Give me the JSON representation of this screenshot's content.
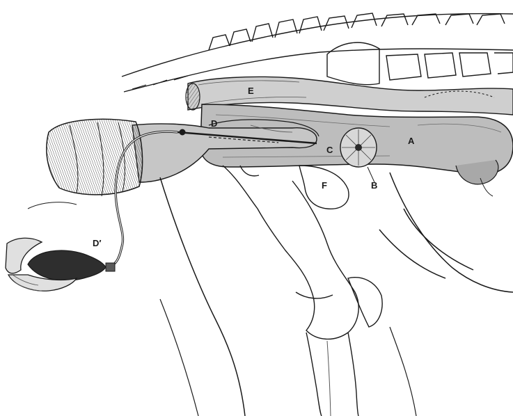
{
  "labels": {
    "a": "A",
    "b": "B",
    "c": "C",
    "d": "D",
    "d_prime": "D′",
    "e": "E",
    "f": "F"
  },
  "colors": {
    "ink": "#1a1a1a",
    "shade": "#8a8a8a",
    "dark": "#3a3a3a",
    "paper": "#ffffff"
  }
}
